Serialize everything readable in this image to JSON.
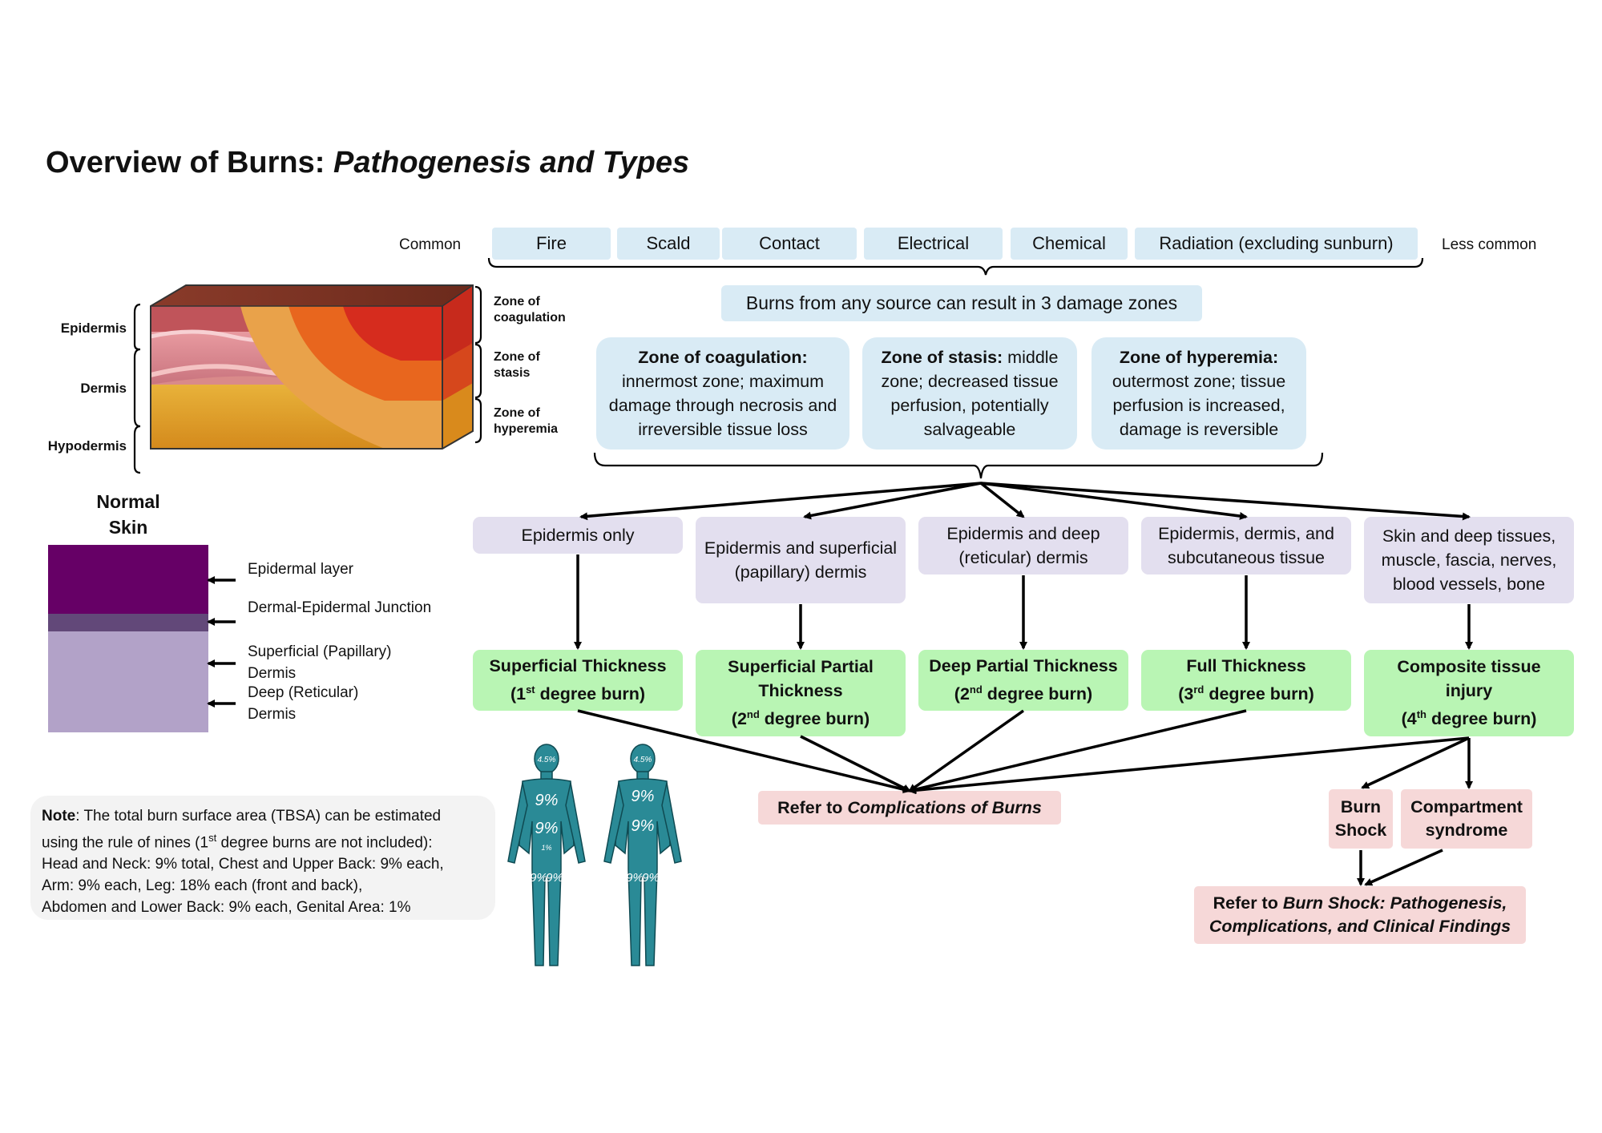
{
  "title": {
    "main": "Overview of Burns:",
    "italic": "Pathogenesis and Types"
  },
  "causes": {
    "common_label": "Common",
    "less_common_label": "Less common",
    "items": [
      "Fire",
      "Scald",
      "Contact",
      "Electrical",
      "Chemical",
      "Radiation (excluding sunburn)"
    ]
  },
  "skin_image": {
    "layer_labels": [
      "Epidermis",
      "Dermis",
      "Hypodermis"
    ],
    "zone_labels": [
      "Zone of coagulation",
      "Zone of stasis",
      "Zone of hyperemia"
    ]
  },
  "legend": {
    "title": "Normal Skin",
    "labels": [
      "Epidermal layer",
      "Dermal-Epidermal Junction",
      "Superficial (Papillary) Dermis",
      "Deep (Reticular) Dermis"
    ],
    "colors": {
      "epidermal": "#660066",
      "junction": "#624879",
      "dermis": "#b2a2c8"
    }
  },
  "damage_zones_banner": "Burns from any source can result in 3 damage zones",
  "zones": [
    {
      "name": "Zone of coagulation:",
      "desc": "innermost zone; maximum damage through necrosis and irreversible tissue loss"
    },
    {
      "name": "Zone of stasis:",
      "desc": "middle zone; decreased tissue perfusion, potentially salvageable"
    },
    {
      "name": "Zone of hyperemia:",
      "desc": "outermost zone; tissue perfusion is increased, damage is reversible"
    }
  ],
  "depths": [
    "Epidermis only",
    "Epidermis and superficial (papillary) dermis",
    "Epidermis and  deep (reticular) dermis",
    "Epidermis, dermis, and subcutaneous tissue",
    "Skin and deep tissues, muscle, fascia, nerves, blood vessels, bone"
  ],
  "grades": [
    {
      "line1": "Superficial Thickness",
      "line2_pre": "(1",
      "sup": "st",
      "line2_post": " degree burn)"
    },
    {
      "line1": "Superficial Partial Thickness",
      "line2_pre": "(2",
      "sup": "nd",
      "line2_post": " degree burn)"
    },
    {
      "line1": "Deep Partial Thickness",
      "line2_pre": "(2",
      "sup": "nd",
      "line2_post": " degree burn)"
    },
    {
      "line1": "Full Thickness",
      "line2_pre": "(3",
      "sup": "rd",
      "line2_post": " degree burn)"
    },
    {
      "line1": "Composite tissue injury",
      "line2_pre": "(4",
      "sup": "th",
      "line2_post": " degree burn)"
    }
  ],
  "refer_complications": {
    "prefix": "Refer to",
    "italic": "Complications of Burns"
  },
  "burn_shock": "Burn Shock",
  "compartment": "Compartment syndrome",
  "refer_burn_shock": {
    "prefix": "Refer to",
    "italic": "Burn Shock: Pathogenesis, Complications, and Clinical Findings"
  },
  "body_figure_numbers": [
    "4.5%",
    "9%",
    "9%",
    "1%",
    "9%",
    "9%",
    "4.5%",
    "9%",
    "9%",
    "9%",
    "9%"
  ],
  "note": {
    "label": "Note",
    "line1": ": The total burn surface area (TBSA) can be estimated",
    "line2_pre": "using the rule of nines (1",
    "line2_sup": "st",
    "line2_post": " degree burns are not included):",
    "line3": "Head and Neck: 9% total, Chest and Upper Back: 9% each,",
    "line4": "Arm: 9% each, Leg: 18% each (front and back),",
    "line5": "Abdomen and Lower Back: 9% each, Genital Area: 1%"
  }
}
